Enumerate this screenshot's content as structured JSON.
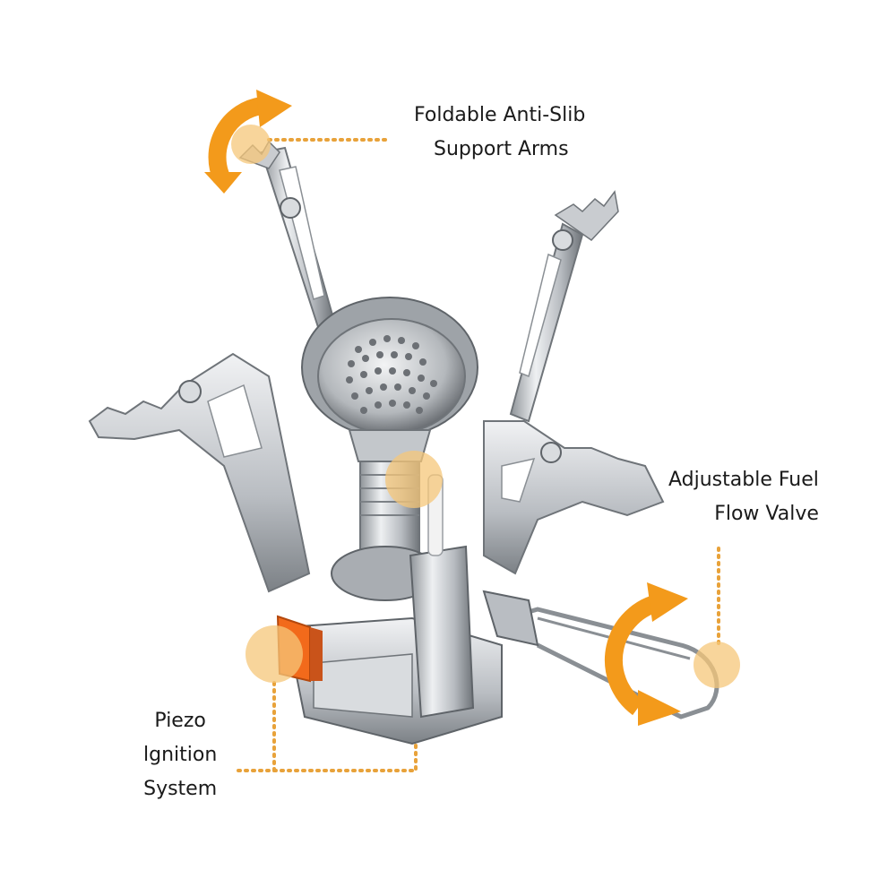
{
  "labels": {
    "support_arms": {
      "line1": "Foldable Anti-Slib",
      "line2": "Support Arms"
    },
    "fuel_valve": {
      "line1": "Adjustable Fuel",
      "line2": "Flow Valve"
    },
    "ignition": {
      "line1": "Piezo",
      "line2": "lgnition",
      "line3": "System"
    }
  },
  "colors": {
    "accent": "#F39A1B",
    "marker": "#F6C77A",
    "steel_light": "#E4E6E8",
    "steel_mid": "#B9BDC2",
    "steel_dark": "#6F7479",
    "igniter_button": "#F26A1B"
  },
  "icons": [
    "rotate-arrow-icon",
    "rotate-arrow-icon",
    "callout-marker-icon"
  ]
}
